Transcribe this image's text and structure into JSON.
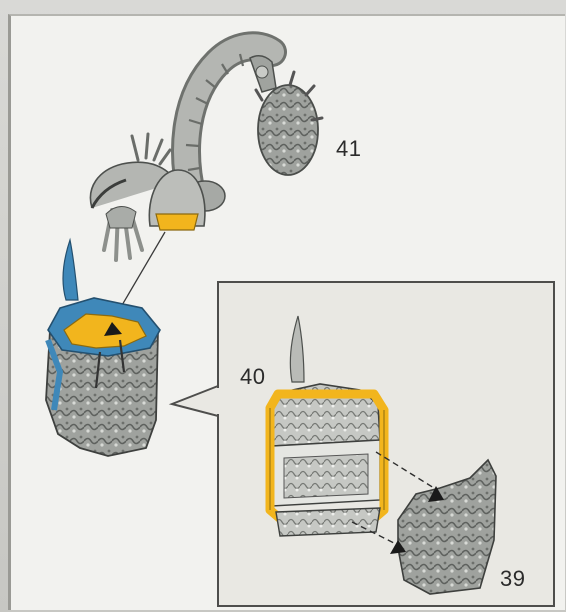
{
  "steps": {
    "upper_assembly": "41",
    "inset_top": "40",
    "inset_bottom": "39"
  },
  "colors": {
    "highlight_yellow": "#f2b51d",
    "highlight_blue": "#3f88b9",
    "part_grey": "#a9aca8",
    "inset_background": "#e9e8e3",
    "outline": "#4a4a4a"
  }
}
